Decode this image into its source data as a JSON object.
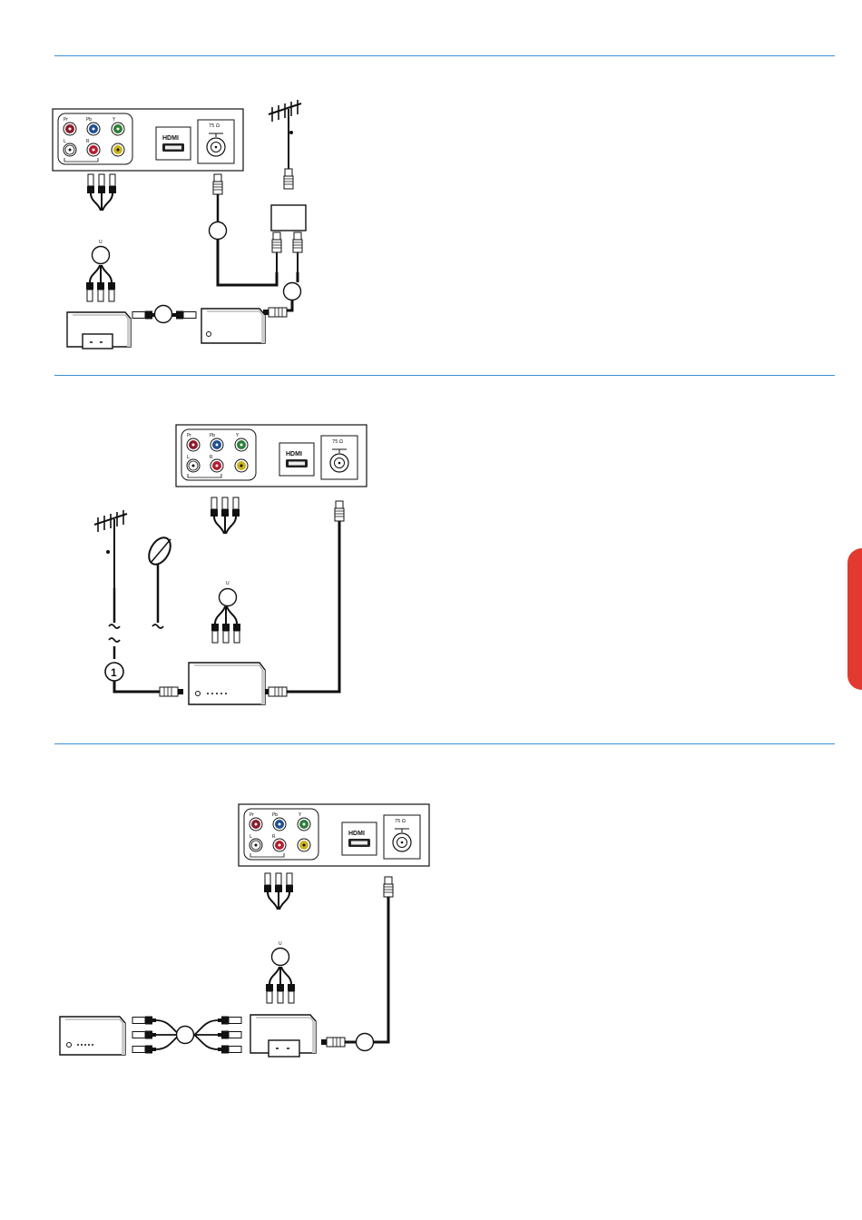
{
  "colors": {
    "rule": "#3a8fd6",
    "tab": "#e23a2e",
    "pr": "#8b1d2c",
    "pb": "#1f4f8f",
    "y": "#2f7d3a",
    "l": "#ffffff",
    "r": "#b31f2f",
    "video": "#c9b21e"
  },
  "panel": {
    "labels": [
      "Pr",
      "Pb",
      "Y",
      "L",
      "R"
    ],
    "hdmi_label": "HDMI",
    "ohm_label": "75 Ω"
  },
  "cable_label": "U",
  "section2": {
    "marker": "1"
  }
}
